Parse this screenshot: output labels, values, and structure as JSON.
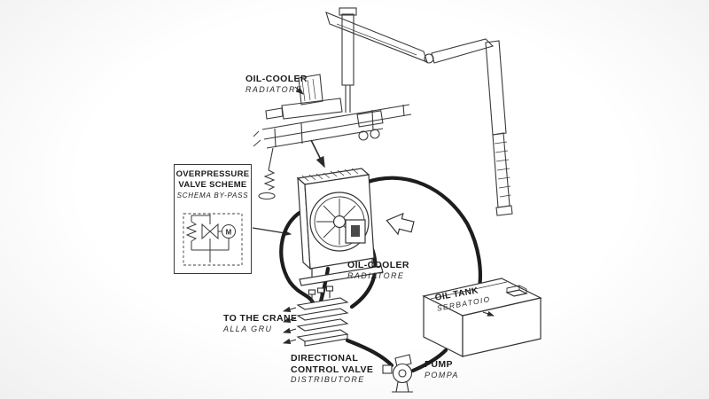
{
  "page": {
    "ink": "#2b2b2b",
    "hose": "#1d1d1d"
  },
  "labels": {
    "oil_cooler_top": {
      "title": "OIL-COOLER",
      "subtitle": "RADIATORE"
    },
    "overpressure_box": {
      "title_line1": "OVERPRESSURE",
      "title_line2": "VALVE SCHEME",
      "subtitle": "SCHEMA BY-PASS",
      "motor_symbol": "M"
    },
    "oil_cooler_main": {
      "title": "OIL-COOLER",
      "subtitle": "RADIATORE"
    },
    "to_the_crane": {
      "title": "TO THE CRANE",
      "subtitle": "ALLA GRU"
    },
    "directional_valve": {
      "title_line1": "DIRECTIONAL",
      "title_line2": "CONTROL VALVE",
      "subtitle": "DISTRIBUTORE"
    },
    "oil_tank": {
      "title": "OIL TANK",
      "subtitle": "SERBATOIO"
    },
    "pump": {
      "title": "PUMP",
      "subtitle": "POMPA"
    }
  }
}
